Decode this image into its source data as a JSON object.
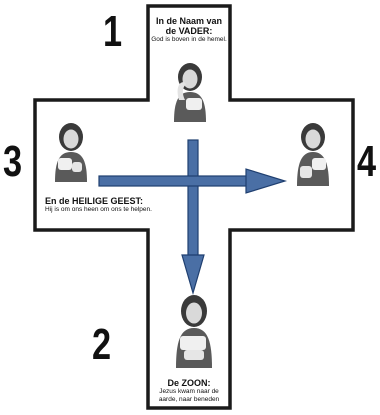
{
  "diagram": {
    "steps": [
      {
        "number": "1",
        "title": "In de Naam van de VADER:",
        "text": "God is boven in de hemel."
      },
      {
        "number": "2",
        "title": "De ZOON:",
        "text": "Jezus kwam naar de aarde, naar beneden"
      },
      {
        "number": "3",
        "title": "En de HEILIGE GEEST:",
        "text": "Hij is om ons heen om ons te helpen."
      },
      {
        "number": "4",
        "title": "",
        "text": ""
      }
    ],
    "colors": {
      "cross_fill": "#ffffff",
      "cross_outline": "#1a1a1a",
      "arrow_fill": "#4a6fa5",
      "arrow_outline": "#1f3f70"
    },
    "icons": {
      "figure": "child-signing-figure-icon",
      "arrow_down": "arrow-down-icon",
      "arrow_right": "arrow-right-icon"
    }
  }
}
